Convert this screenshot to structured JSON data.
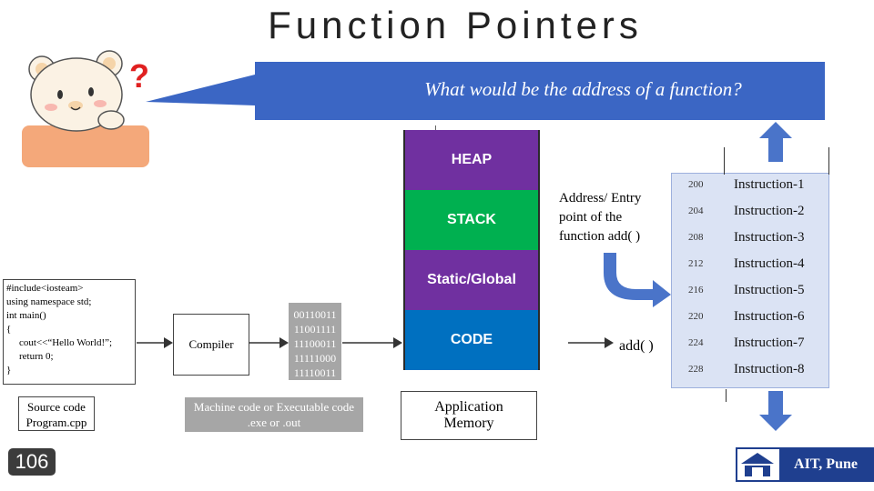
{
  "title": "Function Pointers",
  "question": "What would be the address of a function?",
  "memory": {
    "segments": [
      {
        "label": "HEAP",
        "color": "#7030a0"
      },
      {
        "label": "STACK",
        "color": "#00b050"
      },
      {
        "label": "Static/Global",
        "color": "#7030a0"
      },
      {
        "label": "CODE",
        "color": "#0070c0"
      }
    ],
    "caption": "Application Memory"
  },
  "source_code": {
    "lines": [
      "#include<iosteam>",
      "using namespace std;",
      "int main()",
      "{",
      "cout<<“Hello World!”;",
      "return 0;",
      "}"
    ],
    "caption_line1": "Source code",
    "caption_line2": "Program.cpp"
  },
  "compiler_label": "Compiler",
  "binary": {
    "lines": [
      "00110011",
      "11001111",
      "11100011",
      "11111000",
      "11110011"
    ],
    "caption_line1": "Machine code or Executable code",
    "caption_line2": ".exe or .out"
  },
  "entry_point_label": "Address/ Entry point of the function add( )",
  "add_label": "add( )",
  "instructions": [
    {
      "address": "200",
      "label": "Instruction-1"
    },
    {
      "address": "204",
      "label": "Instruction-2"
    },
    {
      "address": "208",
      "label": "Instruction-3"
    },
    {
      "address": "212",
      "label": "Instruction-4"
    },
    {
      "address": "216",
      "label": "Instruction-5"
    },
    {
      "address": "220",
      "label": "Instruction-6"
    },
    {
      "address": "224",
      "label": "Instruction-7"
    },
    {
      "address": "228",
      "label": "Instruction-8"
    }
  ],
  "slide_number": "106",
  "logo_text": "AIT, Pune",
  "colors": {
    "accent": "#3b66c4",
    "arrow": "#4a74c9",
    "logo_bg": "#1f3f8f"
  }
}
